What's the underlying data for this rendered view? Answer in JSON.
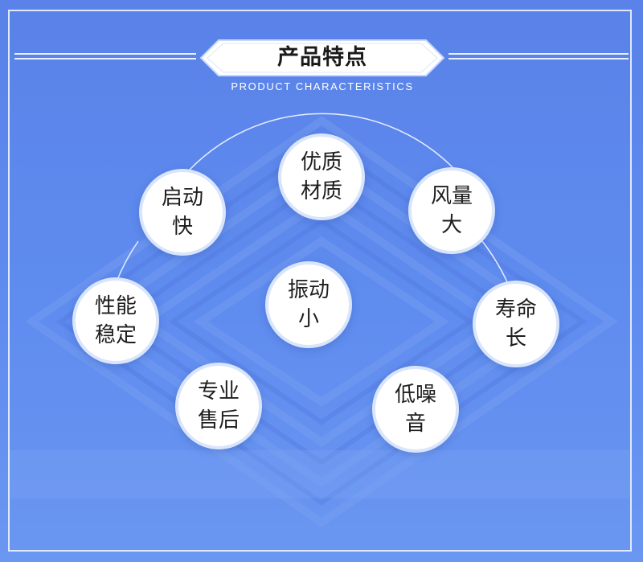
{
  "header": {
    "title": "产品特点",
    "subtitle": "PRODUCT CHARACTERISTICS"
  },
  "features": [
    {
      "label": "优质材质"
    },
    {
      "label": "启动快"
    },
    {
      "label": "风量大"
    },
    {
      "label": "性能稳定"
    },
    {
      "label": "振动小"
    },
    {
      "label": "寿命长"
    },
    {
      "label": "专业售后"
    },
    {
      "label": "低噪音"
    }
  ],
  "colors": {
    "background": "#5b86ea",
    "frame": "#dfe9ff",
    "circle_fill": "#ffffff",
    "circle_border": "#d9e5fb",
    "title_text": "#1a1a1a"
  }
}
